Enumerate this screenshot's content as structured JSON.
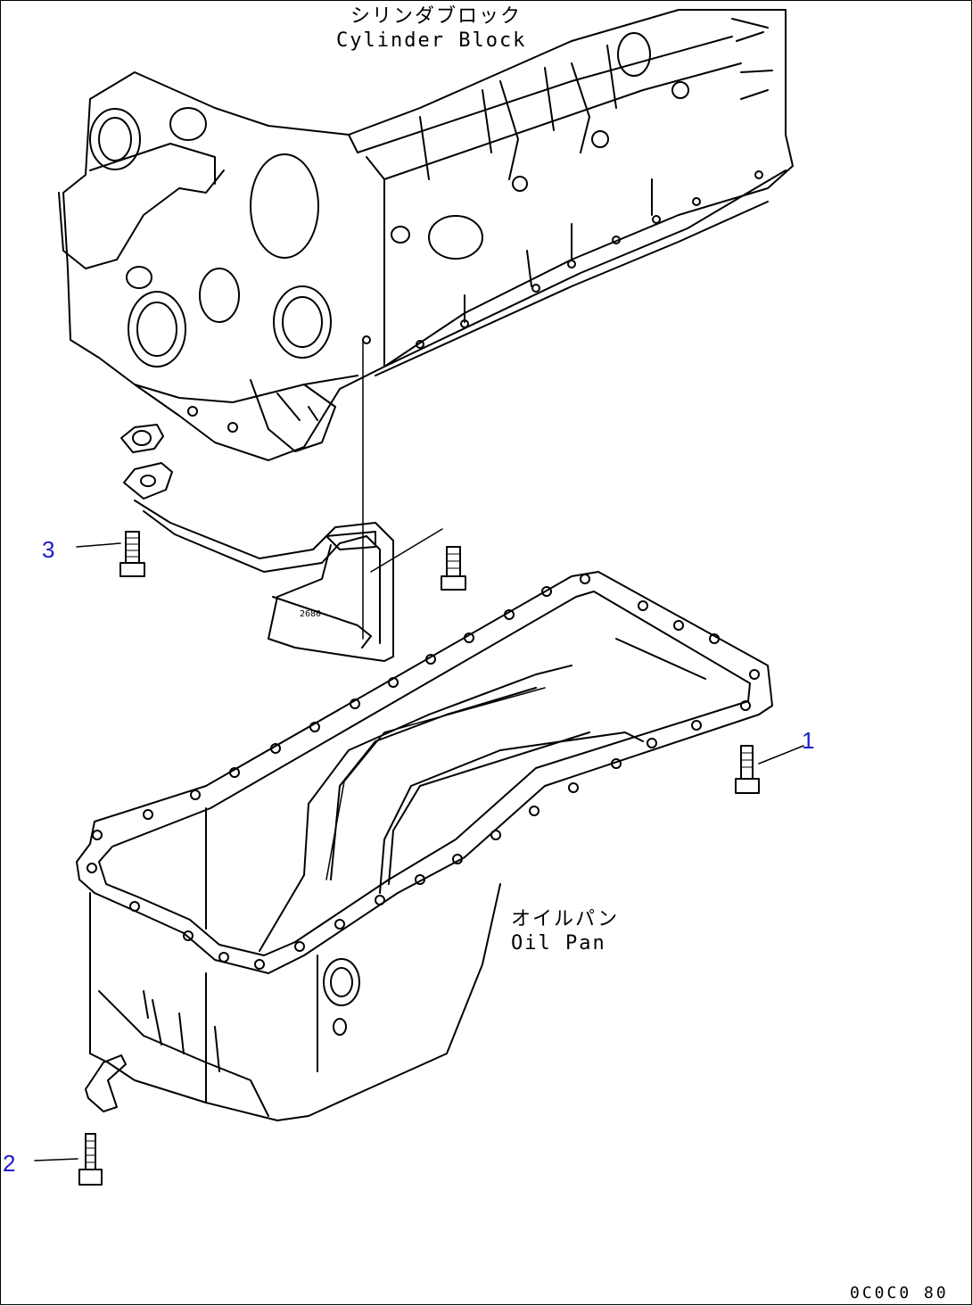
{
  "labels": {
    "cylinder_block_jp": "シリンダブロック",
    "cylinder_block_en": "Cylinder Block",
    "oil_pan_jp": "オイルパン",
    "oil_pan_en": "Oil Pan"
  },
  "callouts": {
    "part_1": "1",
    "part_2": "2",
    "part_3": "3"
  },
  "drawing_code": "0C0C0 80",
  "colors": {
    "callout": "#1c1ccc",
    "line": "#000000",
    "background": "#ffffff"
  }
}
